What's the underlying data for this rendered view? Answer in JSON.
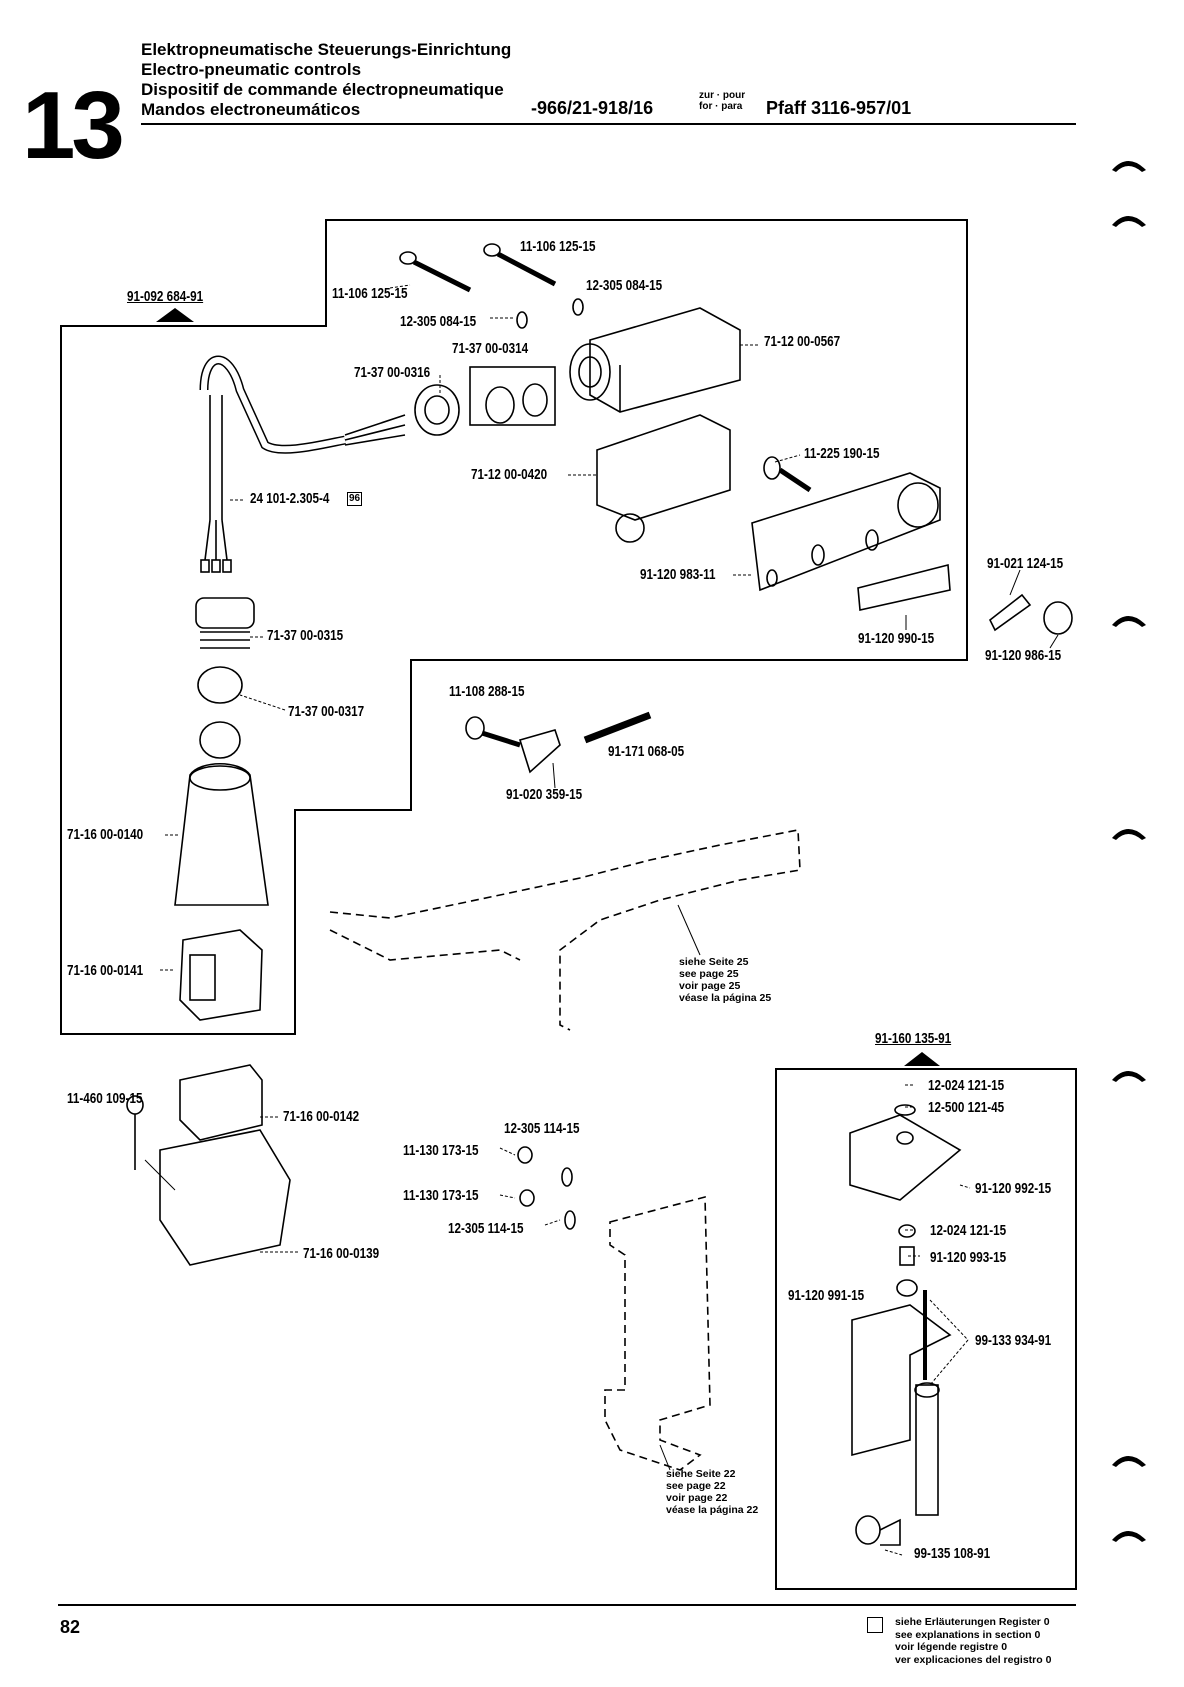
{
  "header": {
    "section_number": "13",
    "titles": [
      "Elektropneumatische Steuerungs-Einrichtung",
      "Electro-pneumatic controls",
      "Dispositif de commande électropneumatique",
      "Mandos electroneumáticos"
    ],
    "part_range": "-966/21-918/16",
    "for_label_top": "zur · pour",
    "for_label_bottom": "for · para",
    "model": "Pfaff 3116-957/01"
  },
  "parts": {
    "p_91_092": "91-092 684-91",
    "p_11_106_a": "11-106 125-15",
    "p_11_106_b": "11-106 125-15",
    "p_12_305_a": "12-305 084-15",
    "p_12_305_b": "12-305 084-15",
    "p_71_37_0314": "71-37 00-0314",
    "p_71_37_0316": "71-37 00-0316",
    "p_71_12_0567": "71-12 00-0567",
    "p_24_101": "24 101-2.305-4",
    "p_24_badge": "96",
    "p_71_12_0420": "71-12 00-0420",
    "p_11_225": "11-225 190-15",
    "p_91_120_983": "91-120 983-11",
    "p_91_021": "91-021 124-15",
    "p_71_37_0315": "71-37 00-0315",
    "p_91_120_990": "91-120 990-15",
    "p_91_120_986": "91-120 986-15",
    "p_11_108": "11-108 288-15",
    "p_71_37_0317": "71-37 00-0317",
    "p_91_171": "91-171 068-05",
    "p_91_020": "91-020 359-15",
    "p_71_16_0140": "71-16 00-0140",
    "p_71_16_0141": "71-16 00-0141",
    "p_91_160": "91-160 135-91",
    "p_11_460": "11-460 109-15",
    "p_71_16_0142": "71-16 00-0142",
    "p_12_305_114_a": "12-305 114-15",
    "p_11_130_a": "11-130 173-15",
    "p_11_130_b": "11-130 173-15",
    "p_12_305_114_b": "12-305 114-15",
    "p_71_16_0139": "71-16 00-0139",
    "p_12_024_a": "12-024 121-15",
    "p_12_500": "12-500 121-45",
    "p_91_120_992": "91-120 992-15",
    "p_12_024_b": "12-024 121-15",
    "p_91_120_993": "91-120 993-15",
    "p_91_120_991": "91-120 991-15",
    "p_99_133": "99-133 934-91",
    "p_99_135": "99-135 108-91"
  },
  "notes": {
    "see25": [
      "siehe Seite 25",
      "see page 25",
      "voir page 25",
      "véase la página 25"
    ],
    "see22": [
      "siehe Seite 22",
      "see page 22",
      "voir page 22",
      "véase la página 22"
    ]
  },
  "footer": {
    "page_number": "82",
    "legend": [
      "siehe Erläuterungen Register 0",
      "see explanations in section 0",
      "voir légende registre 0",
      "ver explicaciones del registro 0"
    ]
  }
}
